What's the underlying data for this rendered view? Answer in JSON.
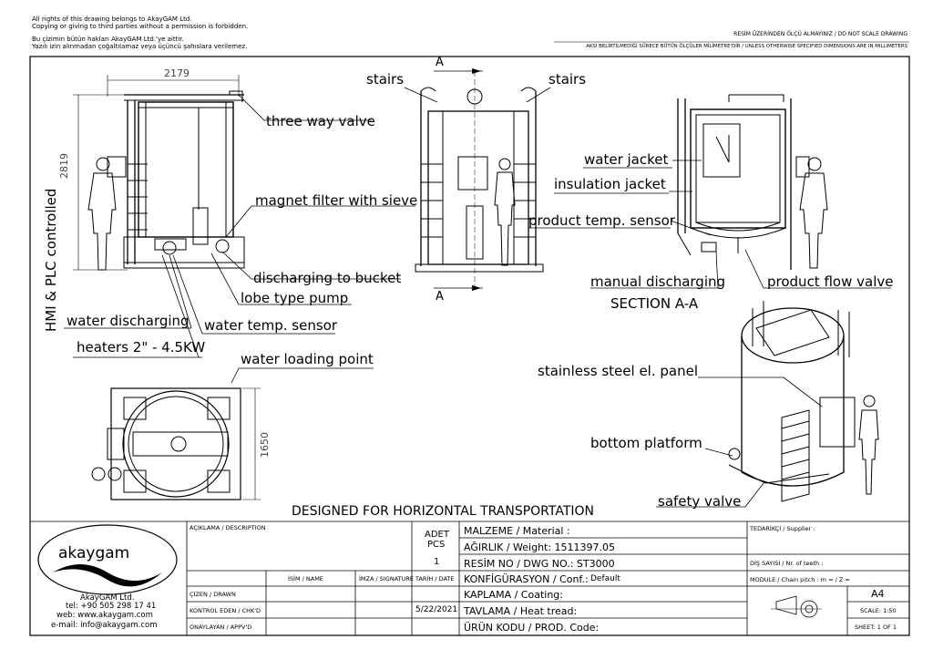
{
  "copyright": {
    "line1": "All rights of this drawing belongs to AkayGAM Ltd.",
    "line2": "Copying or giving to third parties without a permission is forbidden.",
    "line3": "Bu çizimin bütün hakları AkayGAM Ltd.'ye aittir.",
    "line4": "Yazılı izin alınmadan çoğaltılamaz veya üçüncü şahıslara verilemez."
  },
  "notes": {
    "do_not_scale": "RESİM ÜZERİNDEN ÖLÇÜ ALMAYINIZ / DO NOT SCALE DRAWING",
    "units": "AKSİ BELİRTİLMEDİĞİ SÜRECE BÜTÜN ÖLÇÜLER MİLİMETRE'DİR / UNLESS OTHERWISE SPECIFIED DIMENSIONS ARE IN MILLIMETERS"
  },
  "dimensions": {
    "width": "2179",
    "height": "2819",
    "depth": "1650"
  },
  "section_marks": {
    "top": "A",
    "bottom": "A"
  },
  "labels": {
    "stairs_left": "stairs",
    "stairs_right": "stairs",
    "three_way_valve": "three way valve",
    "magnet_filter": "magnet filter with sieve",
    "discharging_bucket": "discharging to bucket",
    "lobe_pump": "lobe type pump",
    "water_discharging": "water discharging",
    "water_temp_sensor": "water temp. sensor",
    "heaters": "heaters 2\" - 4.5KW",
    "hmi_plc": "HMI & PLC controlled",
    "water_loading": "water loading point",
    "water_jacket": "water jacket",
    "insulation_jacket": "insulation jacket",
    "product_temp_sensor": "product temp. sensor",
    "manual_discharging": "manual discharging",
    "product_flow_valve": "product flow valve",
    "section_aa": "SECTION A-A",
    "el_panel": "stainless steel el. panel",
    "bottom_platform": "bottom platform",
    "safety_valve": "safety valve",
    "designed_for": "DESIGNED FOR HORIZONTAL TRANSPORTATION"
  },
  "title_block": {
    "company_name": "AkayGAM Ltd.",
    "logo_text": "akaygam",
    "tel": "tel: +90 505 298 17 41",
    "web": "web: www.akaygam.com",
    "email": "e-mail: info@akaygam.com",
    "description_hdr": "AÇIKLAMA / DESCRIPTION",
    "pcs_hdr_1": "ADET",
    "pcs_hdr_2": "PCS",
    "pcs_value": "1",
    "name_hdr": "İSİM / NAME",
    "signature_hdr": "İMZA / SIGNATURE",
    "date_hdr": "TARİH / DATE",
    "drawn": "ÇİZEN / DRAWN",
    "checked": "KONTROL EDEN / CHK'D",
    "approved": "ONAYLAYAN / APPV'D",
    "date_value": "5/22/2021",
    "material": "MALZEME / Material :",
    "weight": "AĞIRLIK / Weight: 1511397.05",
    "dwg_no": "RESİM NO / DWG NO.: ST3000",
    "conf_label": "KONFİGÜRASYON / Conf.:",
    "conf_value": "Default",
    "coating": "KAPLAMA / Coating:",
    "heat_tread": "TAVLAMA / Heat tread:",
    "prod_code": "ÜRÜN KODU / PROD. Code:",
    "supplier": "TEDARİKÇİ / Supplier :",
    "teeth": "DİŞ SAYISI / Nr. of teeth :",
    "module": "MODULE / Chain pitch : m =  / Z =",
    "size": "A4",
    "scale": "SCALE: 1:50",
    "sheet": "SHEET: 1 OF 1"
  }
}
